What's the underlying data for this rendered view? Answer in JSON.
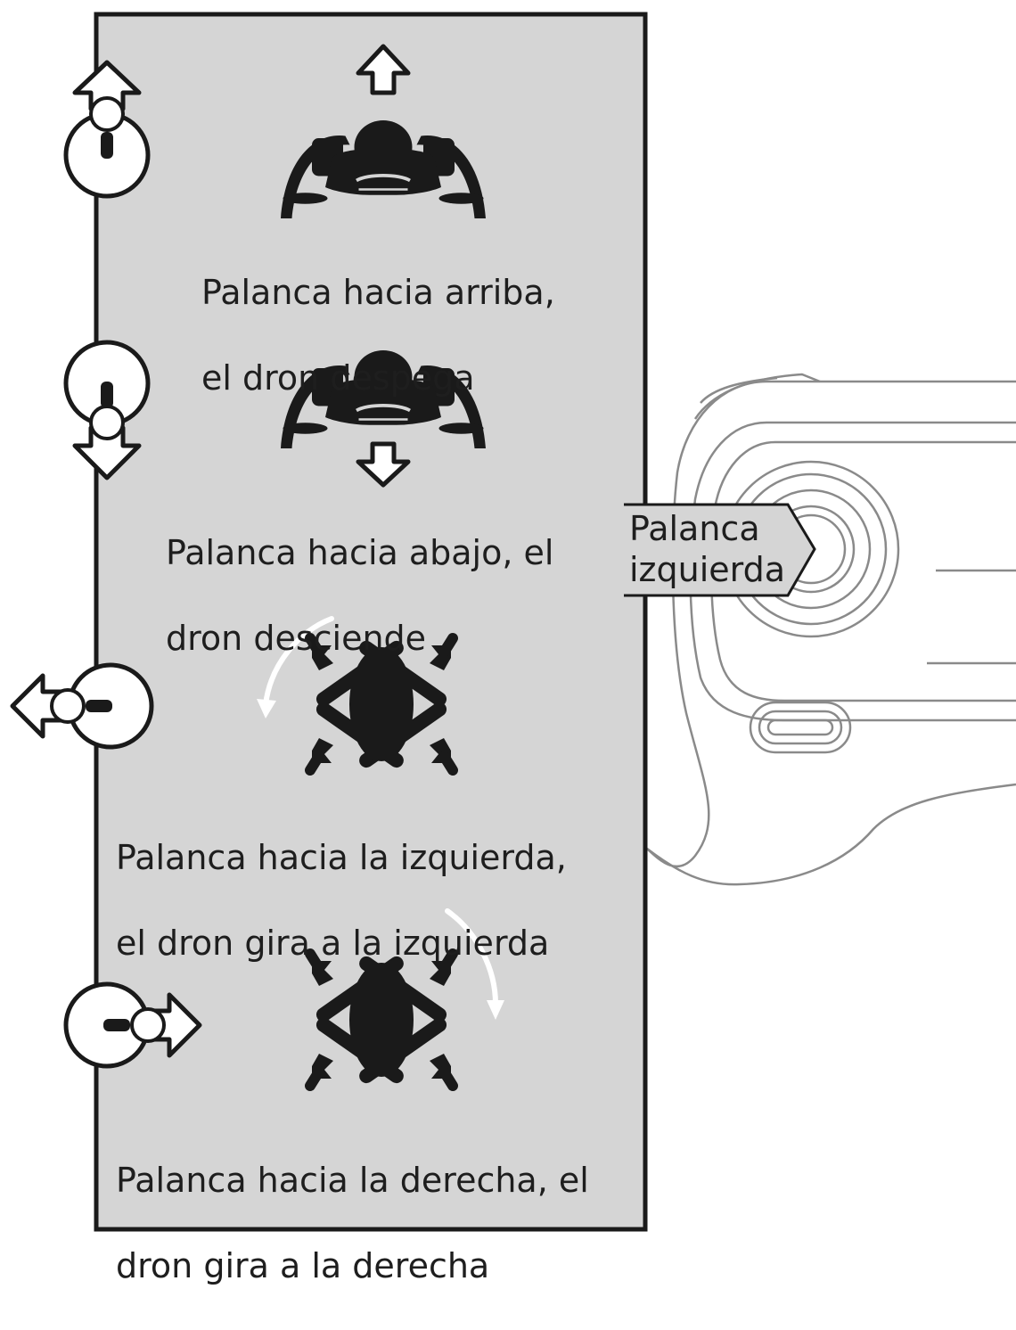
{
  "instructions": [
    {
      "id": "up",
      "line1": "Palanca hacia arriba,",
      "line2": "el dron despega",
      "stick_direction": "up",
      "drone_action": "ascend"
    },
    {
      "id": "down",
      "line1": "Palanca hacia abajo, el",
      "line2": "dron desciende",
      "stick_direction": "down",
      "drone_action": "descend"
    },
    {
      "id": "left",
      "line1": "Palanca hacia la izquierda,",
      "line2": "el dron gira a la izquierda",
      "stick_direction": "left",
      "drone_action": "rotate-left"
    },
    {
      "id": "right",
      "line1": "Palanca hacia la derecha, el",
      "line2": "dron gira a la derecha",
      "stick_direction": "right",
      "drone_action": "rotate-right"
    }
  ],
  "callout": {
    "line1": "Palanca",
    "line2": "izquierda"
  },
  "colors": {
    "panel": "#d5d5d5",
    "stroke": "#1a1a1a",
    "drone": "#1a1a1a",
    "controller_line": "#8a8a8a",
    "rotation_arrow": "#ffffff"
  },
  "icons": [
    "arrow-up-icon",
    "arrow-down-icon",
    "arrow-left-icon",
    "arrow-right-icon",
    "joystick-icon",
    "drone-icon",
    "rotation-arrow-icon",
    "controller-icon"
  ]
}
